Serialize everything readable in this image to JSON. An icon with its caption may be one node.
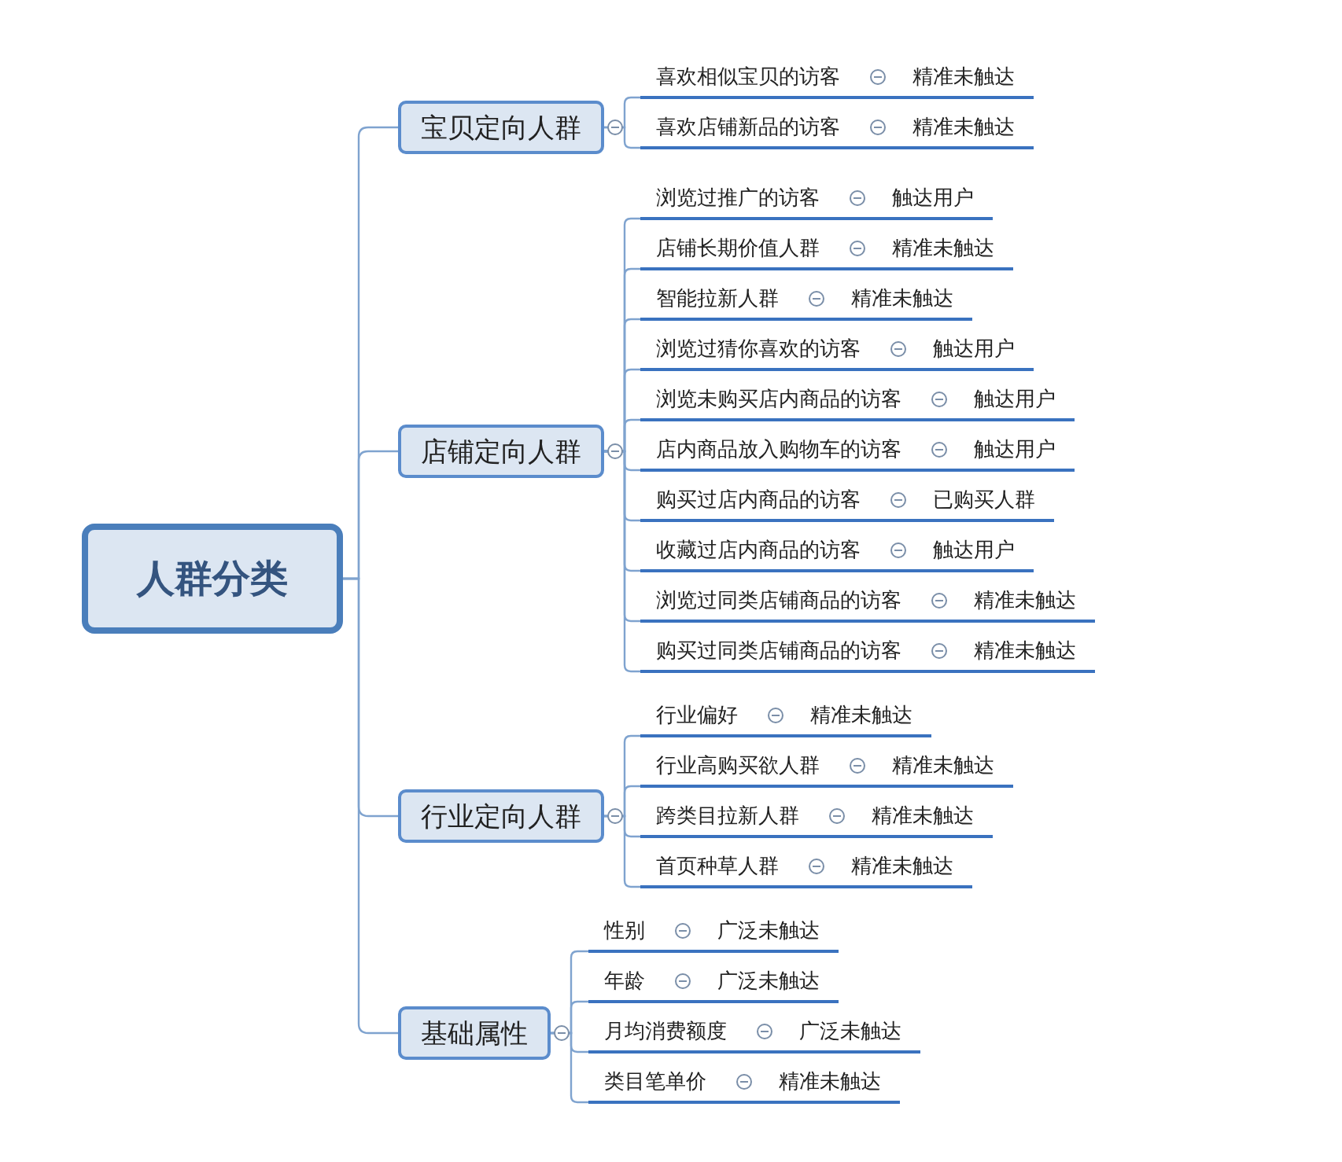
{
  "diagram": {
    "nodes": [
      {
        "text": [
          "人群分类"
        ]
      },
      {
        "text": [
          "宝贝定向人群"
        ]
      },
      {
        "text": [
          "喜欢相似宝贝的访客"
        ]
      },
      {
        "text": [
          "精准未触达"
        ]
      },
      {
        "text": [
          "喜欢店铺新品的访客"
        ]
      },
      {
        "text": [
          "精准未触达"
        ]
      },
      {
        "text": [
          "店铺定向人群"
        ]
      },
      {
        "text": [
          "浏览过推广的访客"
        ]
      },
      {
        "text": [
          "触达用户"
        ]
      },
      {
        "text": [
          "店铺长期价值人群"
        ]
      },
      {
        "text": [
          "精准未触达"
        ]
      },
      {
        "text": [
          "智能拉新人群"
        ]
      },
      {
        "text": [
          "精准未触达"
        ]
      },
      {
        "text": [
          "浏览过猜你喜欢的访客"
        ]
      },
      {
        "text": [
          "触达用户"
        ]
      },
      {
        "text": [
          "浏览未购买店内商品的访客"
        ]
      },
      {
        "text": [
          "触达用户"
        ]
      },
      {
        "text": [
          "店内商品放入购物车的访客"
        ]
      },
      {
        "text": [
          "触达用户"
        ]
      },
      {
        "text": [
          "购买过店内商品的访客"
        ]
      },
      {
        "text": [
          "已购买人群"
        ]
      },
      {
        "text": [
          "收藏过店内商品的访客"
        ]
      },
      {
        "text": [
          "触达用户"
        ]
      },
      {
        "text": [
          "浏览过同类店铺商品的访客"
        ]
      },
      {
        "text": [
          "精准未触达"
        ]
      },
      {
        "text": [
          "购买过同类店铺商品的访客"
        ]
      },
      {
        "text": [
          "精准未触达"
        ]
      },
      {
        "text": [
          "行业定向人群"
        ]
      },
      {
        "text": [
          "行业偏好"
        ]
      },
      {
        "text": [
          "精准未触达"
        ]
      },
      {
        "text": [
          "行业高购买欲人群"
        ]
      },
      {
        "text": [
          "精准未触达"
        ]
      },
      {
        "text": [
          "跨类目拉新人群"
        ]
      },
      {
        "text": [
          "精准未触达"
        ]
      },
      {
        "text": [
          "首页种草人群"
        ]
      },
      {
        "text": [
          "精准未触达"
        ]
      },
      {
        "text": [
          "基础属性"
        ]
      },
      {
        "text": [
          "性别"
        ]
      },
      {
        "text": [
          "广泛未触达"
        ]
      },
      {
        "text": [
          "年龄"
        ]
      },
      {
        "text": [
          "广泛未触达"
        ]
      },
      {
        "text": [
          "月均消费额度"
        ]
      },
      {
        "text": [
          "广泛未触达"
        ]
      },
      {
        "text": [
          "类目笔单价"
        ]
      },
      {
        "text": [
          "精准未触达"
        ]
      }
    ],
    "edges": [
      {
        "from": 0,
        "to": 1,
        "arrow": "none"
      },
      {
        "from": 0,
        "to": 6,
        "arrow": "none"
      },
      {
        "from": 0,
        "to": 27,
        "arrow": "none"
      },
      {
        "from": 0,
        "to": 36,
        "arrow": "none"
      },
      {
        "from": 1,
        "to": 2,
        "arrow": "none"
      },
      {
        "from": 2,
        "to": 3,
        "arrow": "none"
      },
      {
        "from": 1,
        "to": 4,
        "arrow": "none"
      },
      {
        "from": 4,
        "to": 5,
        "arrow": "none"
      },
      {
        "from": 6,
        "to": 7,
        "arrow": "none"
      },
      {
        "from": 7,
        "to": 8,
        "arrow": "none"
      },
      {
        "from": 6,
        "to": 9,
        "arrow": "none"
      },
      {
        "from": 9,
        "to": 10,
        "arrow": "none"
      },
      {
        "from": 6,
        "to": 11,
        "arrow": "none"
      },
      {
        "from": 11,
        "to": 12,
        "arrow": "none"
      },
      {
        "from": 6,
        "to": 13,
        "arrow": "none"
      },
      {
        "from": 13,
        "to": 14,
        "arrow": "none"
      },
      {
        "from": 6,
        "to": 15,
        "arrow": "none"
      },
      {
        "from": 15,
        "to": 16,
        "arrow": "none"
      },
      {
        "from": 6,
        "to": 17,
        "arrow": "none"
      },
      {
        "from": 17,
        "to": 18,
        "arrow": "none"
      },
      {
        "from": 6,
        "to": 19,
        "arrow": "none"
      },
      {
        "from": 19,
        "to": 20,
        "arrow": "none"
      },
      {
        "from": 6,
        "to": 21,
        "arrow": "none"
      },
      {
        "from": 21,
        "to": 22,
        "arrow": "none"
      },
      {
        "from": 6,
        "to": 23,
        "arrow": "none"
      },
      {
        "from": 23,
        "to": 24,
        "arrow": "none"
      },
      {
        "from": 6,
        "to": 25,
        "arrow": "none"
      },
      {
        "from": 25,
        "to": 26,
        "arrow": "none"
      },
      {
        "from": 27,
        "to": 28,
        "arrow": "none"
      },
      {
        "from": 28,
        "to": 29,
        "arrow": "none"
      },
      {
        "from": 27,
        "to": 30,
        "arrow": "none"
      },
      {
        "from": 30,
        "to": 31,
        "arrow": "none"
      },
      {
        "from": 27,
        "to": 32,
        "arrow": "none"
      },
      {
        "from": 32,
        "to": 33,
        "arrow": "none"
      },
      {
        "from": 27,
        "to": 34,
        "arrow": "none"
      },
      {
        "from": 34,
        "to": 35,
        "arrow": "none"
      },
      {
        "from": 36,
        "to": 37,
        "arrow": "none"
      },
      {
        "from": 37,
        "to": 38,
        "arrow": "none"
      },
      {
        "from": 36,
        "to": 39,
        "arrow": "none"
      },
      {
        "from": 39,
        "to": 40,
        "arrow": "none"
      },
      {
        "from": 36,
        "to": 41,
        "arrow": "none"
      },
      {
        "from": 41,
        "to": 42,
        "arrow": "none"
      },
      {
        "from": 36,
        "to": 43,
        "arrow": "none"
      },
      {
        "from": 43,
        "to": 44,
        "arrow": "none"
      }
    ]
  }
}
